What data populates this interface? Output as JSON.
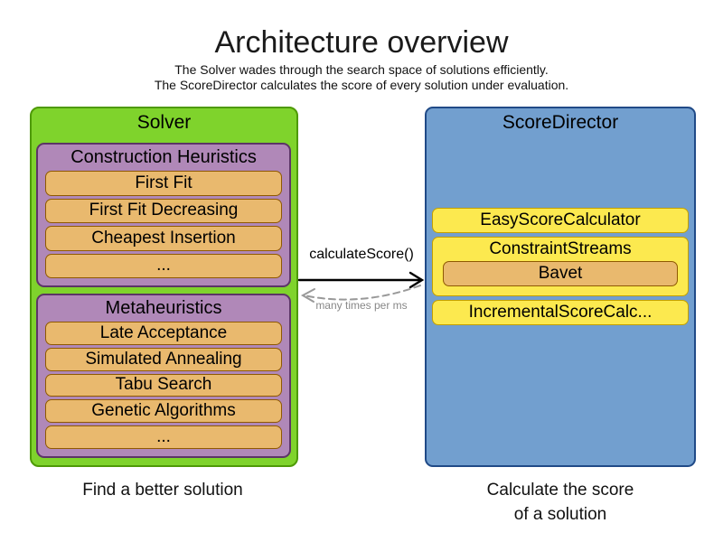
{
  "header": {
    "title": "Architecture overview",
    "subtitle_line1": "The Solver wades through the search space of solutions efficiently.",
    "subtitle_line2": "The ScoreDirector calculates the score of every solution under evaluation."
  },
  "solver": {
    "title": "Solver",
    "caption": "Find a better solution",
    "construction_heuristics": {
      "title": "Construction Heuristics",
      "items": [
        "First Fit",
        "First Fit Decreasing",
        "Cheapest Insertion",
        "..."
      ]
    },
    "metaheuristics": {
      "title": "Metaheuristics",
      "items": [
        "Late Acceptance",
        "Simulated Annealing",
        "Tabu Search",
        "Genetic Algorithms",
        "..."
      ]
    }
  },
  "score_director": {
    "title": "ScoreDirector",
    "caption_line1": "Calculate the score",
    "caption_line2": "of a solution",
    "calculators": [
      "EasyScoreCalculator",
      "ConstraintStreams",
      "IncrementalScoreCalc..."
    ],
    "constraint_streams_child": "Bavet"
  },
  "connection": {
    "call_label": "calculateScore()",
    "frequency_label": "many times per ms"
  },
  "colors": {
    "solver_fill": "#7fd32c",
    "solver_border": "#4e9a06",
    "heuristic_group_fill": "#b088b8",
    "heuristic_group_border": "#5c3566",
    "heuristic_item_fill": "#e9b96e",
    "heuristic_item_border": "#8f5902",
    "score_director_fill": "#729fcf",
    "score_director_border": "#204a87",
    "calculator_fill": "#fce94f",
    "calculator_border": "#c4a000",
    "bavet_fill": "#e9b96e",
    "bavet_border": "#8f5902",
    "call_arrow_color": "#000000",
    "frequency_arrow_color": "#999999",
    "frequency_label_color": "#888888"
  }
}
